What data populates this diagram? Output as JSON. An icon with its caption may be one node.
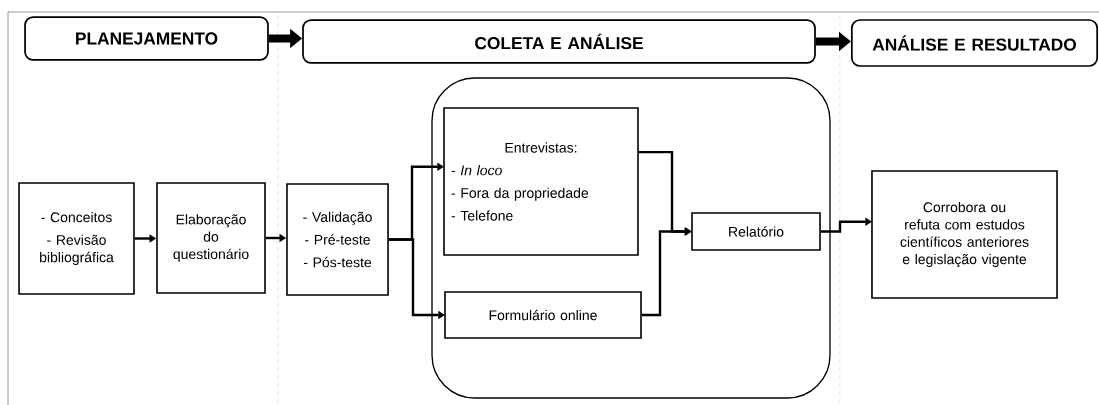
{
  "diagram": {
    "nodes": [
      {
        "text": [
          "PLANEJAMENTO"
        ]
      },
      {
        "text": [
          "COLETA E ANÁLISE"
        ]
      },
      {
        "text": [
          "ANÁLISE E RESULTADO"
        ]
      },
      {
        "text": [
          "- Conceitos",
          "- Revisão bibliográfica"
        ]
      },
      {
        "text": [
          "Elaboração do questionário"
        ]
      },
      {
        "text": [
          "- Validação",
          "- Pré-teste",
          "- Pós-teste"
        ]
      },
      {
        "text": [],
        "shape": "box"
      },
      {
        "text": [
          "Entrevistas:",
          "- *In loco*",
          "- Fora da propriedade",
          "- Telefone"
        ],
        "in": 6
      },
      {
        "text": [
          "Formulário online"
        ],
        "in": 6
      },
      {
        "text": [
          "Relatório"
        ],
        "in": 6
      },
      {
        "text": [
          "Corrobora ou refuta com estudos científicos anteriores e legislação vigente"
        ]
      }
    ],
    "edges": [
      {
        "from": 0,
        "to": 1,
        "arrow": "to",
        "style": "thick"
      },
      {
        "from": 1,
        "to": 2,
        "arrow": "to",
        "style": "thick"
      },
      {
        "from": 3,
        "to": 4,
        "arrow": "to"
      },
      {
        "from": 4,
        "to": 5,
        "arrow": "to"
      },
      {
        "from": 5,
        "to": 7,
        "arrow": "to"
      },
      {
        "from": 5,
        "to": 8,
        "arrow": "to"
      },
      {
        "from": 7,
        "to": 9,
        "arrow": "to"
      },
      {
        "from": 8,
        "to": 9,
        "arrow": "to"
      },
      {
        "from": 9,
        "to": 10,
        "arrow": "to"
      }
    ]
  }
}
